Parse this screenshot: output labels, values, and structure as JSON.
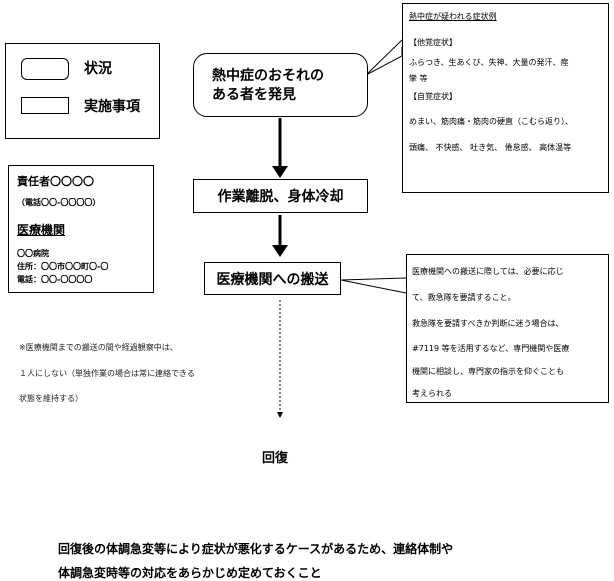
{
  "legend": {
    "situation_label": "状況",
    "action_label": "実施事項"
  },
  "flow": {
    "discovery_line1": "熱中症のおそれの",
    "discovery_line2": "ある者を発見",
    "step1": "作業離脱、身体冷却",
    "step2": "医療機関への搬送",
    "outcome": "回復"
  },
  "symptoms": {
    "title": "熱中症が疑われる症状例",
    "other_header": "【他覚症状】",
    "other_line1": "ふらつき、生あくび、失神、大量の発汗、痙",
    "other_line2": "攣 等",
    "self_header": "【自覚症状】",
    "self_line1": "めまい、筋肉痛・筋肉の硬直（こむら返り）、",
    "self_line2": "頭痛、 不快感、 吐き気、 倦怠感、 高体温等"
  },
  "transport_note": {
    "line1": "医療機関への搬送に際しては、必要に応じ",
    "line2": "て、救急隊を要請すること。",
    "line3": "救急隊を要請すべきか判断に迷う場合は、",
    "line4": "#7119 等を活用するなど、専門機関や医療",
    "line5": "機関に相談し、専門家の指示を仰ぐことも",
    "line6": "考えられる"
  },
  "contacts": {
    "responsible": "責任者〇〇〇〇",
    "phone1": "（電話〇〇-〇〇〇〇）",
    "medical_title": "医療機関",
    "hospital": "〇〇病院",
    "address": "住所：〇〇市〇〇町〇-〇",
    "phone2": "電話：〇〇-〇〇〇〇"
  },
  "side_note": {
    "line1": "※医療機関までの搬送の間や経過観察中は、",
    "line2": "１人にしない（単独作業の場合は常に連絡できる",
    "line3": "状態を維持する）"
  },
  "footer": {
    "line1": "回復後の体調急変等により症状が悪化するケースがあるため、連絡体制や",
    "line2": "体調急変時等の対応をあらかじめ定めておくこと"
  }
}
